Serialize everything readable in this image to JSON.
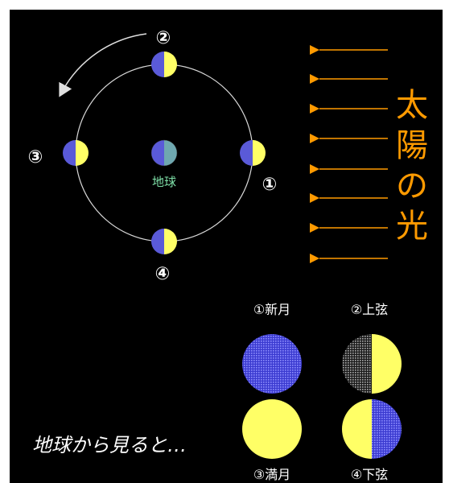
{
  "diagram": {
    "earth_label": "地球",
    "sunlight_label": [
      "太",
      "陽",
      "の",
      "光"
    ],
    "orbit_numbers": [
      "②",
      "③",
      "①",
      "④"
    ],
    "viewed_from_earth": "地球から見ると…",
    "phases": [
      {
        "label": "①新月"
      },
      {
        "label": "②上弦"
      },
      {
        "label": "③満月"
      },
      {
        "label": "④下弦"
      }
    ],
    "colors": {
      "background": "#000000",
      "moon_light": "#ffff66",
      "moon_dark": "#5a5ad8",
      "earth": "#6fa8b0",
      "orbit": "#d8d8d8",
      "sunlight": "#ff9a00",
      "earth_text": "#7fe0a8",
      "caption": "#ffffff"
    }
  }
}
